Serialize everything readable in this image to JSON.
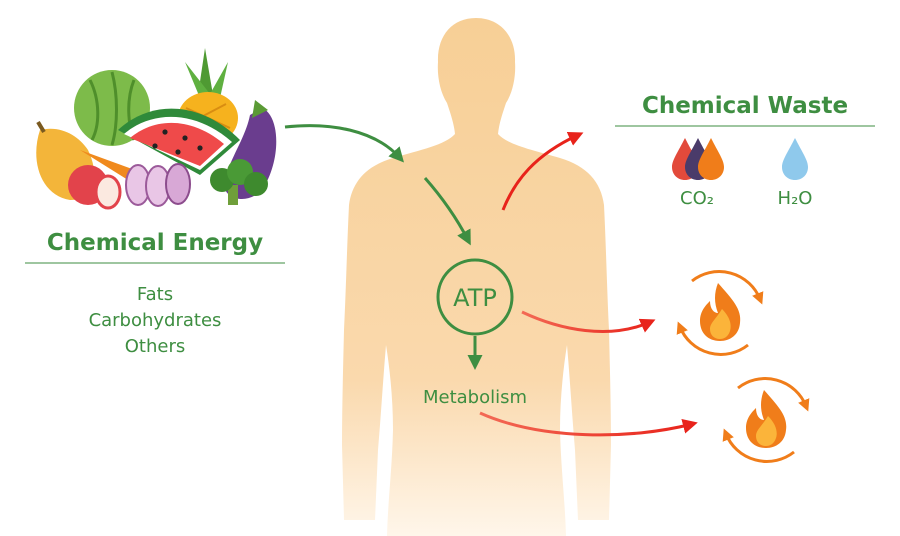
{
  "energy": {
    "title": "Chemical Energy",
    "items": [
      "Fats",
      "Carbohydrates",
      "Others"
    ]
  },
  "waste": {
    "title": "Chemical Waste",
    "co2_label": "CO₂",
    "h2o_label": "H₂O"
  },
  "center": {
    "atp_label": "ATP",
    "metabolism_label": "Metabolism"
  },
  "colors": {
    "green": "#3e8e41",
    "red_arrow": "#e8231b",
    "orange": "#f07d1a",
    "body": "#f8d29c",
    "water": "#8fc9ec"
  },
  "icons": [
    "fruits-vegetables-icon",
    "human-body-icon",
    "co2-drops-icon",
    "water-drop-icon",
    "heat-flame-icon"
  ]
}
